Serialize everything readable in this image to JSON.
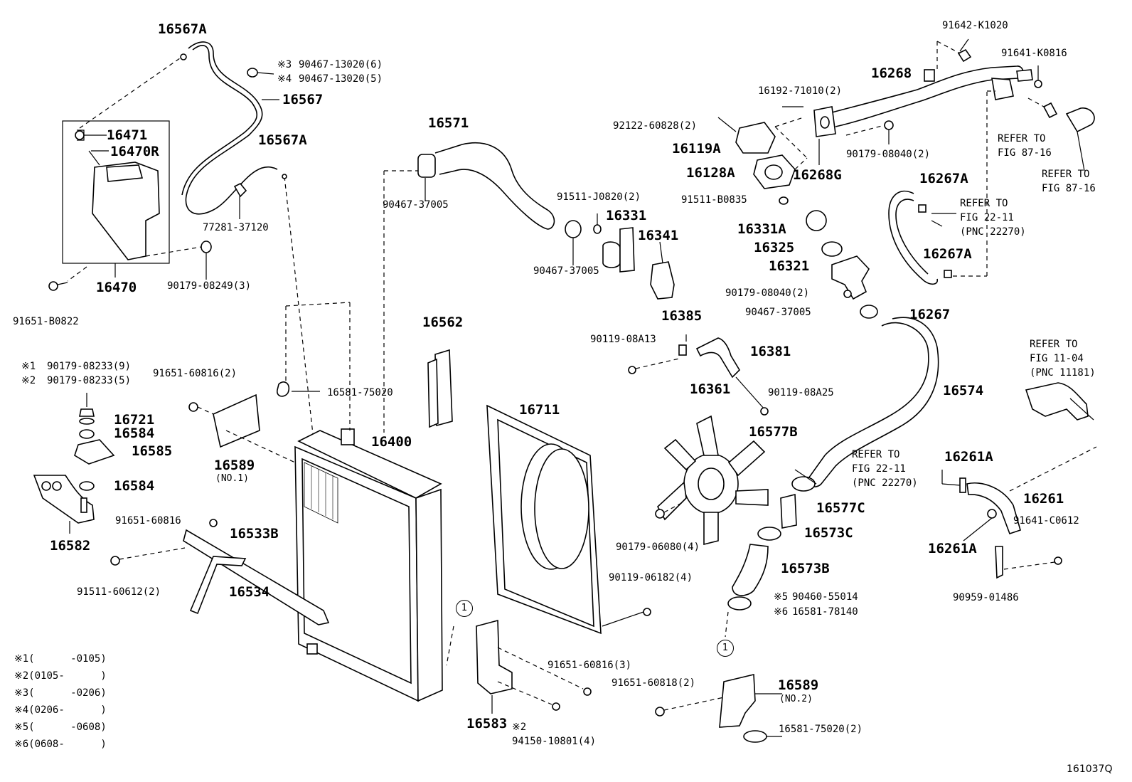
{
  "diagram_id": "161037Q",
  "parts": {
    "p16567A_top": "16567A",
    "p16567A_mid": "16567A",
    "p16567": "16567",
    "p90467_13020_6": "90467-13020(6)",
    "p90467_13020_5": "90467-13020(5)",
    "mark3": "※3",
    "mark4": "※4",
    "p16471": "16471",
    "p16470R": "16470R",
    "p16470": "16470",
    "p91651_B0822": "91651-B0822",
    "p90179_08249": "90179-08249(3)",
    "p77281_37120": "77281-37120",
    "p16571": "16571",
    "p90467_37005_a": "90467-37005",
    "p91511_J0820": "91511-J0820(2)",
    "p16331": "16331",
    "p16341": "16341",
    "p90467_37005_b": "90467-37005",
    "p16192_71010": "16192-71010(2)",
    "p16268": "16268",
    "p91642_K1020": "91642-K1020",
    "p91641_K0816": "91641-K0816",
    "p92122_60828": "92122-60828(2)",
    "p16119A": "16119A",
    "p16128A": "16128A",
    "p16268G": "16268G",
    "p90179_08040_2a": "90179-08040(2)",
    "refer_87_16a_1": "REFER TO",
    "refer_87_16a_2": "FIG 87-16",
    "refer_87_16b_1": "REFER TO",
    "refer_87_16b_2": "FIG 87-16",
    "p91511_B0835": "91511-B0835",
    "p16267A_top": "16267A",
    "refer_22_11a_1": "REFER TO",
    "refer_22_11a_2": "FIG 22-11",
    "refer_22_11a_3": "(PNC 22270)",
    "p16331A": "16331A",
    "p16325": "16325",
    "p16321": "16321",
    "p16267A_mid": "16267A",
    "p90179_08040_2b": "90179-08040(2)",
    "p90467_37005_c": "90467-37005",
    "p16267": "16267",
    "p16385": "16385",
    "p90119_08A13": "90119-08A13",
    "p16381": "16381",
    "p90119_08A25": "90119-08A25",
    "p16574": "16574",
    "p16562": "16562",
    "p90179_08233_9": "90179-08233(9)",
    "p90179_08233_5": "90179-08233(5)",
    "mark1": "※1",
    "mark2": "※2",
    "p91651_60816_2": "91651-60816(2)",
    "p16581_75020_a": "16581-75020",
    "p16721": "16721",
    "p16584_a": "16584",
    "p16585": "16585",
    "p16584_b": "16584",
    "p16582": "16582",
    "p16589_no1": "16589",
    "p16589_no1_sub": "(NO.1)",
    "p16400": "16400",
    "p16711": "16711",
    "p16361": "16361",
    "p16577B": "16577B",
    "refer_11_04_1": "REFER TO",
    "refer_11_04_2": "FIG 11-04",
    "refer_11_04_3": "(PNC 11181)",
    "refer_22_11b_1": "REFER TO",
    "refer_22_11b_2": "FIG 22-11",
    "refer_22_11b_3": "(PNC 22270)",
    "p16261A_top": "16261A",
    "p16261": "16261",
    "p16577C": "16577C",
    "p91651_60816_b": "91651-60816",
    "p16533B": "16533B",
    "p91511_60612": "91511-60612(2)",
    "p16534": "16534",
    "p90179_06080": "90179-06080(4)",
    "p16573C": "16573C",
    "p91641_C0612": "91641-C0612",
    "p16261A_bot": "16261A",
    "p16573B": "16573B",
    "p90119_06182": "90119-06182(4)",
    "p90460_55014": "90460-55014",
    "mark5": "※5",
    "p16581_78140": "16581-78140",
    "mark6": "※6",
    "p90959_01486": "90959-01486",
    "p91651_60816_3": "91651-60816(3)",
    "p91651_60818": "91651-60818(2)",
    "p16589_no2": "16589",
    "p16589_no2_sub": "(NO.2)",
    "p16583": "16583",
    "mark2b": "※2",
    "p94150_10801": "94150-10801(4)",
    "p16581_75020_2": "16581-75020(2)",
    "circle_1a": "1",
    "circle_1b": "1"
  },
  "legend": [
    {
      "mark": "※1",
      "range": "(      -0105)"
    },
    {
      "mark": "※2",
      "range": "(0105-      )"
    },
    {
      "mark": "※3",
      "range": "(      -0206)"
    },
    {
      "mark": "※4",
      "range": "(0206-      )"
    },
    {
      "mark": "※5",
      "range": "(      -0608)"
    },
    {
      "mark": "※6",
      "range": "(0608-      )"
    }
  ]
}
